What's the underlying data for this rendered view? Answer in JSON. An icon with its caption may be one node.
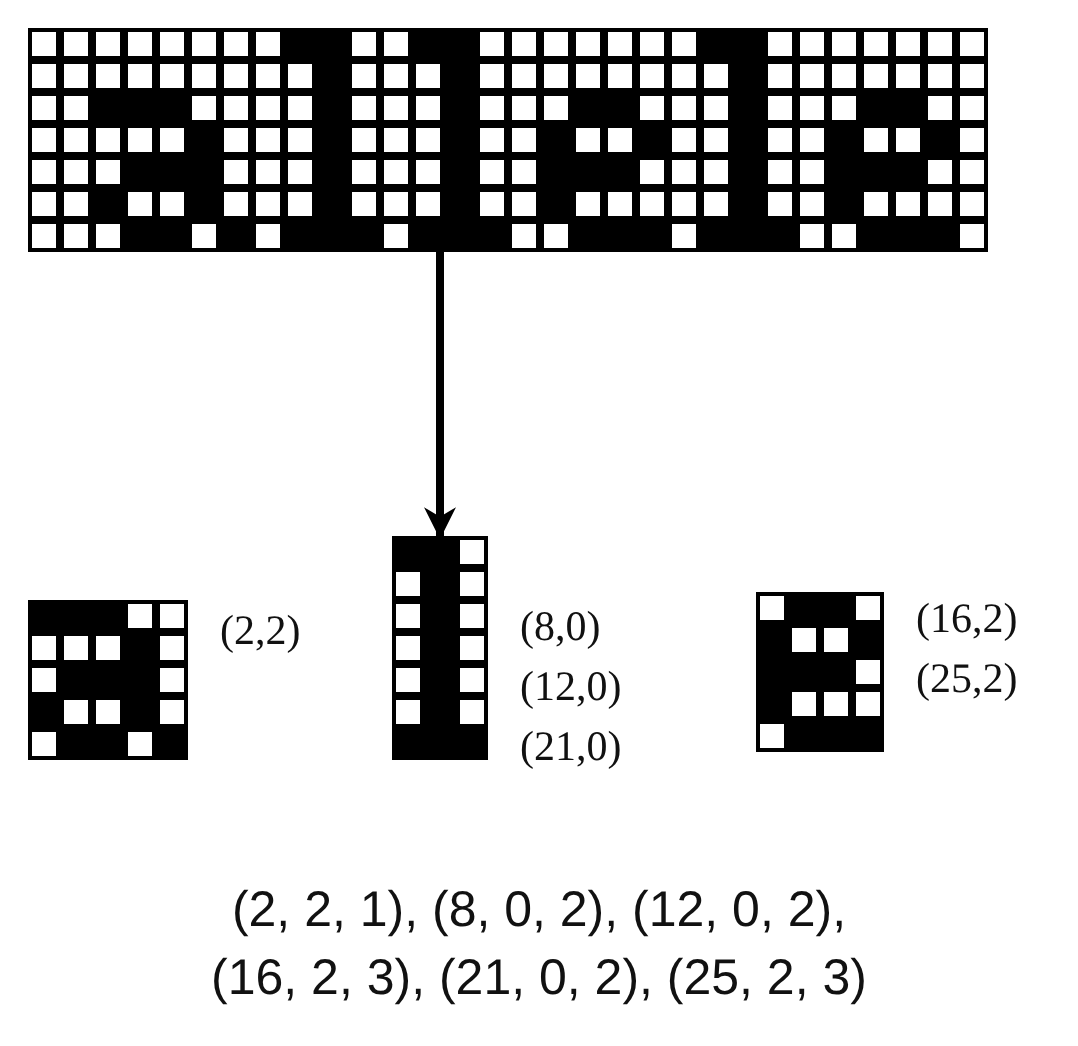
{
  "diagram": {
    "nodes": [
      {
        "text": [],
        "shape": "grid"
      },
      {
        "text": [],
        "shape": "grid",
        "beside": [
          "(2,2)"
        ]
      },
      {
        "text": [],
        "shape": "grid",
        "beside": [
          "(8,0)",
          "(12,0)",
          "(21,0)"
        ]
      },
      {
        "text": [],
        "shape": "grid",
        "beside": [
          "(16,2)",
          "(25,2)"
        ]
      }
    ],
    "edges": [
      {
        "from": 0,
        "to": 2,
        "arrow": "to"
      }
    ],
    "labels": [
      "(2, 2, 1), (8, 0, 2), (12, 0, 2), (16, 2, 3), (21, 0, 2), (25, 2, 3)"
    ]
  }
}
